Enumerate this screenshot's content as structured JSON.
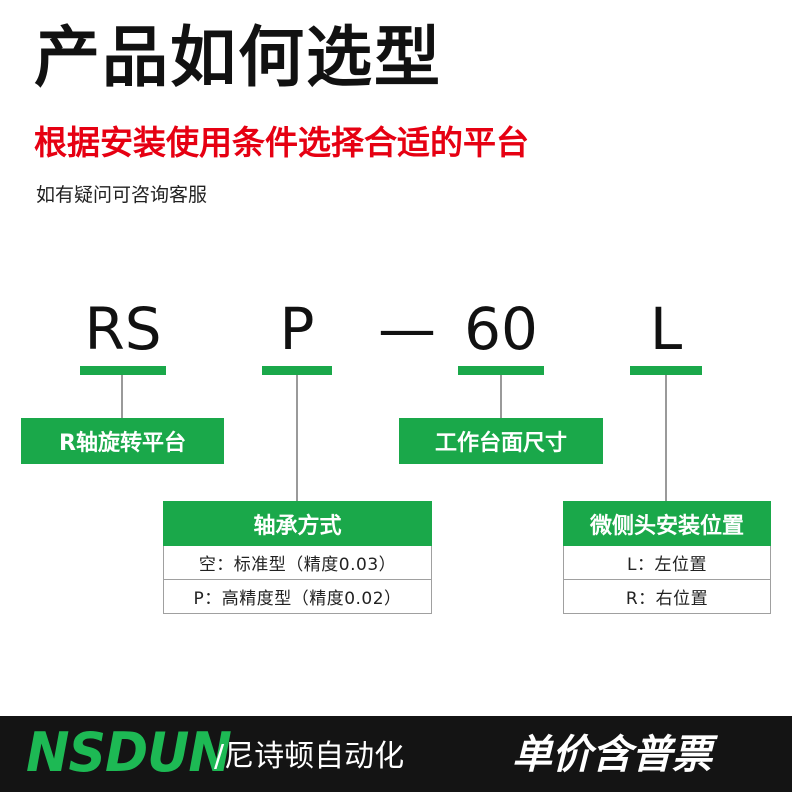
{
  "header": {
    "title": "产品如何选型",
    "subtitle": "根据安装使用条件选择合适的平台",
    "note": "如有疑问可咨询客服"
  },
  "model_code": {
    "part1": "RS",
    "part2": "P",
    "separator": "—",
    "part3": "60",
    "part4": "L"
  },
  "labels": {
    "rs": "R轴旋转平台",
    "size": "工作台面尺寸",
    "bearing": {
      "title": "轴承方式",
      "options": [
        "空：标准型（精度0.03）",
        "P：高精度型（精度0.02）"
      ]
    },
    "micrometer": {
      "title": "微侧头安装位置",
      "options": [
        "L：左位置",
        "R：右位置"
      ]
    }
  },
  "footer": {
    "logo": "NSDUN",
    "company": "/尼诗顿自动化",
    "tagline": "单价含普票"
  },
  "colors": {
    "accent_green": "#1aa84a",
    "subtitle_red": "#e60012",
    "footer_bg": "#141414"
  }
}
